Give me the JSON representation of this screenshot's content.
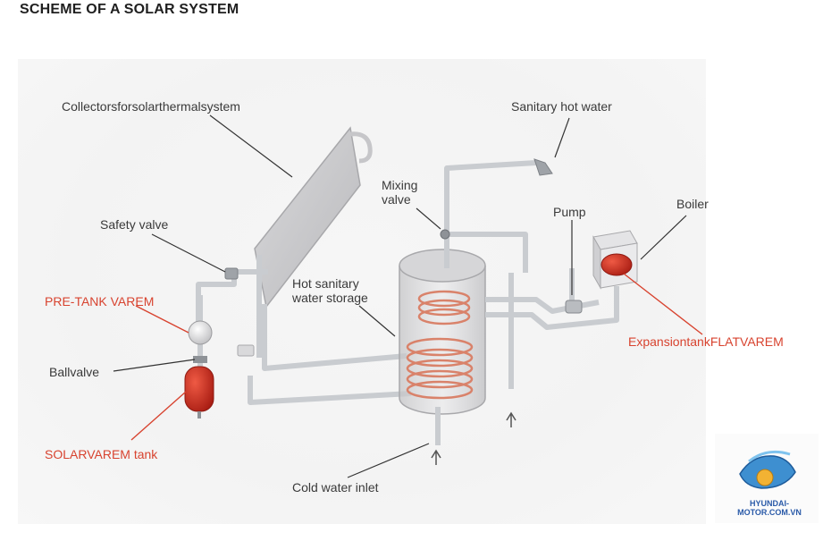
{
  "page_title": "SCHEME OF A SOLAR SYSTEM",
  "labels": {
    "collectors": "Collectorsforsolarthermalsystem",
    "sanitary_hot_water": "Sanitary hot water",
    "mixing_valve_line1": "Mixing",
    "mixing_valve_line2": "valve",
    "pump": "Pump",
    "boiler": "Boiler",
    "safety_valve": "Safety valve",
    "pre_tank": "PRE-TANK VAREM",
    "hot_storage_line1": "Hot sanitary",
    "hot_storage_line2": "water storage",
    "expansion_tank": "ExpansiontankFLATVAREM",
    "ballvalve": "Ballvalve",
    "solarvarem_tank": "SOLARVAREM tank",
    "cold_water_inlet": "Cold water inlet"
  },
  "watermark": {
    "text": "HYUNDAI-MOTOR.COM.VN"
  },
  "colors": {
    "label_text": "#3a3a3a",
    "highlight_label": "#d8432f",
    "pipe": "#c9ccd0",
    "tank_red": "#c8281c",
    "coil": "#d9826a"
  }
}
